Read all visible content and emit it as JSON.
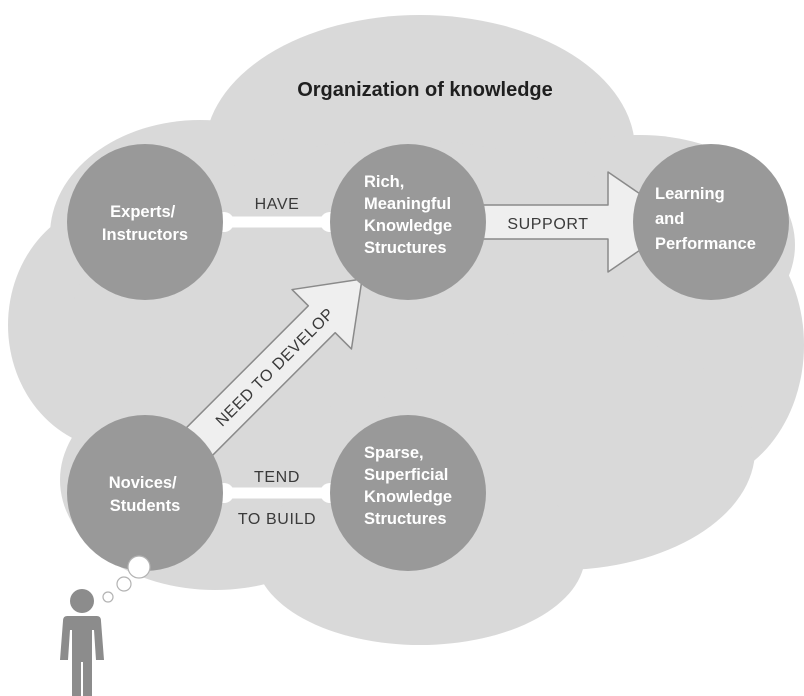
{
  "title": "Organization of knowledge",
  "nodes": {
    "experts": [
      "Experts/",
      "Instructors"
    ],
    "rich": [
      "Rich,",
      "Meaningful",
      "Knowledge",
      "Structures"
    ],
    "learning": [
      "Learning",
      "and",
      "Performance"
    ],
    "novices": [
      "Novices/",
      "Students"
    ],
    "sparse": [
      "Sparse,",
      "Superficial",
      "Knowledge",
      "Structures"
    ]
  },
  "edges": {
    "have": "HAVE",
    "support": "SUPPORT",
    "need_to_develop": "NEED TO DEVELOP",
    "tend": "TEND",
    "to_build": "TO BUILD"
  },
  "colors": {
    "cloud": "#d9d9d9",
    "node": "#999999",
    "connector": "#ffffff",
    "figure": "#8c8c8c"
  }
}
